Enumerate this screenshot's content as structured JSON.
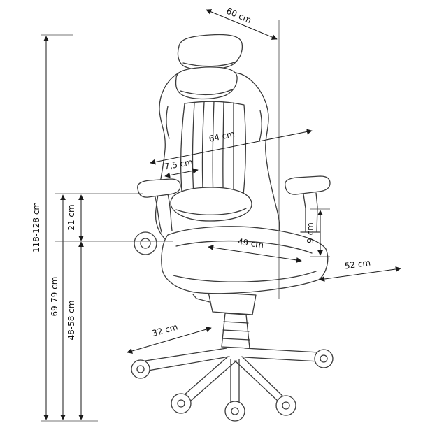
{
  "title": "Gaming chair dimension diagram",
  "colors": {
    "background": "#ffffff",
    "chair_line": "#3a3a3a",
    "dimension_line": "#1a1a1a",
    "label_text": "#111111"
  },
  "dimensions": {
    "headrest_depth": {
      "label": "60 cm"
    },
    "backrest_length": {
      "label": "64 cm"
    },
    "backrest_thickness": {
      "label": "7,5 cm"
    },
    "total_height": {
      "label": "118-128 cm"
    },
    "armrest_range": {
      "label": "21 cm"
    },
    "armrest_height": {
      "label": "69-79 cm"
    },
    "seat_height": {
      "label": "48-58 cm"
    },
    "armrest_pad_gap": {
      "label": "9 cm"
    },
    "seat_width": {
      "label": "49 cm"
    },
    "seat_depth": {
      "label": "52 cm"
    },
    "base_reach": {
      "label": "32 cm"
    }
  }
}
